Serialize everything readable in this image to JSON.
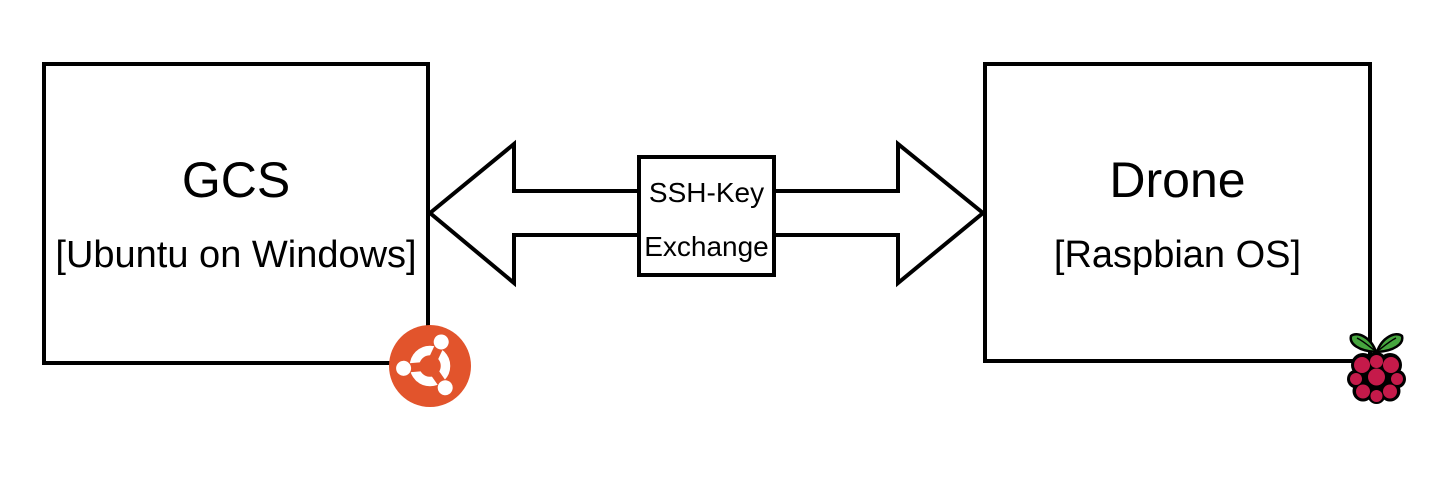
{
  "nodes": [
    {
      "title": "GCS",
      "subtitle": "[Ubuntu on Windows]",
      "icon": "ubuntu-logo"
    },
    {
      "title": "Drone",
      "subtitle": "[Raspbian OS]",
      "icon": "raspberry-pi-logo"
    }
  ],
  "connector": {
    "type": "double-headed-arrow",
    "label_line1": "SSH-Key",
    "label_line2": "Exchange"
  },
  "colors": {
    "stroke": "#000000",
    "background": "#FFFFFF",
    "ubuntu_orange": "#E2542C",
    "raspberry_pink": "#C51A4A",
    "leaf_green": "#46A53E"
  }
}
